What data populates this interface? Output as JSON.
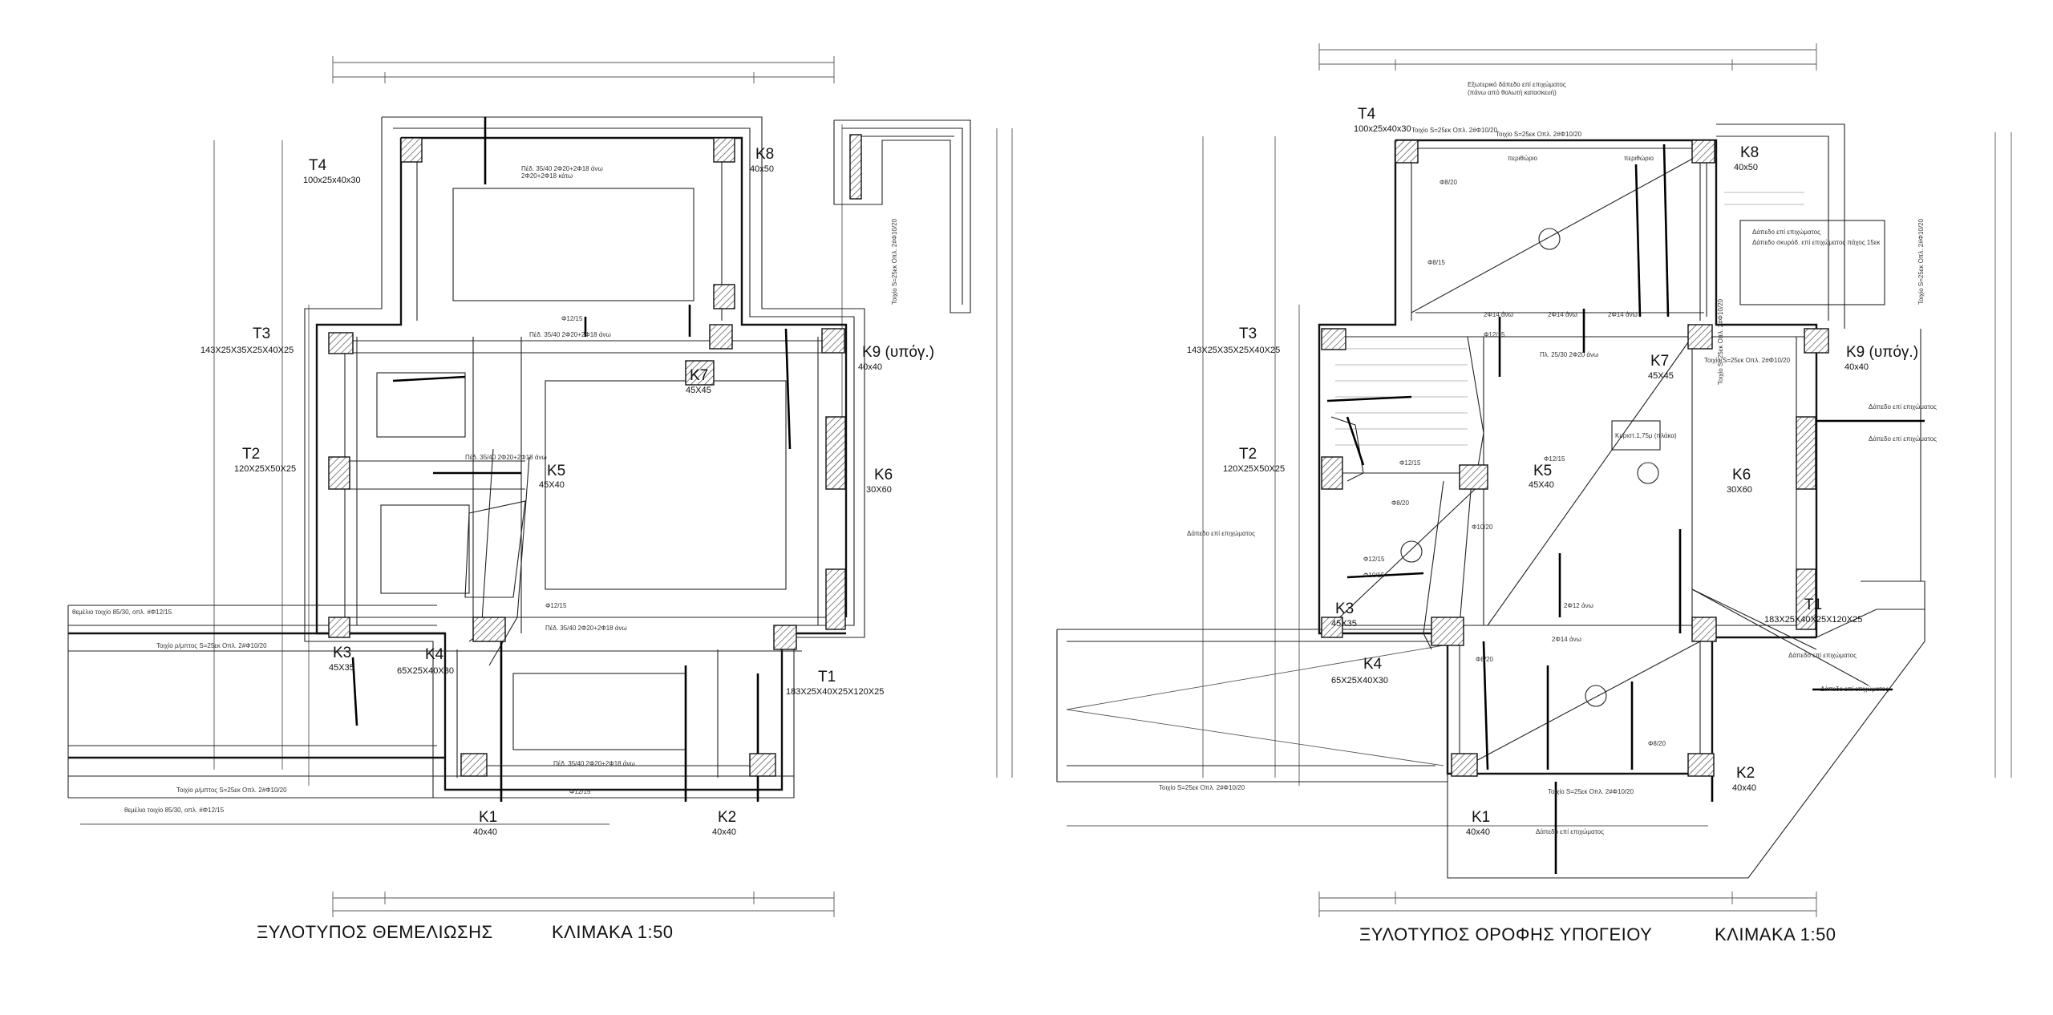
{
  "plans": [
    {
      "title": "ΞΥΛΟΤΥΠΟΣ ΘΕΜΕΛΙΩΣΗΣ",
      "scale": "ΚΛΙΜΑΚΑ 1:50",
      "members": [
        {
          "id": "T4",
          "label": "T4",
          "dims": "100x25x40x30"
        },
        {
          "id": "K8",
          "label": "K8",
          "dims": "40x50"
        },
        {
          "id": "T3",
          "label": "T3",
          "dims": "143X25X35X25X40X25"
        },
        {
          "id": "K9",
          "label": "K9 (υπόγ.)",
          "dims": "40x40"
        },
        {
          "id": "K7",
          "label": "K7",
          "dims": "45X45"
        },
        {
          "id": "T2",
          "label": "T2",
          "dims": "120X25X50X25"
        },
        {
          "id": "K5",
          "label": "K5",
          "dims": "45X40"
        },
        {
          "id": "K6",
          "label": "K6",
          "dims": "30X60"
        },
        {
          "id": "K3",
          "label": "K3",
          "dims": "45X35"
        },
        {
          "id": "K4",
          "label": "K4",
          "dims": "65X25X40X30"
        },
        {
          "id": "T1",
          "label": "T1",
          "dims": "183X25X40X25X120X25"
        },
        {
          "id": "K1",
          "label": "K1",
          "dims": "40x40"
        },
        {
          "id": "K2",
          "label": "K2",
          "dims": "40x40"
        }
      ],
      "notes": {
        "beam_top": "θεμέλιο τοιχίο 85/30, οπλ. #Φ12/15",
        "wall_note": "Τοιχίο ρ/μπτος S=25εκ Οπλ. 2#Φ10/20",
        "wall_note_bottom": "Τοιχίο ρ/μπτος S=25εκ Οπλ. 2#Φ10/20",
        "beam_bottom": "θεμέλιο τοιχίο 85/30, οπλ. #Φ12/15"
      }
    },
    {
      "title": "ΞΥΛΟΤΥΠΟΣ ΟΡΟΦΗΣ ΥΠΟΓΕΙΟΥ",
      "scale": "ΚΛΙΜΑΚΑ 1:50",
      "members": [
        {
          "id": "T4",
          "label": "T4",
          "dims": "100x25x40x30"
        },
        {
          "id": "K8",
          "label": "K8",
          "dims": "40x50"
        },
        {
          "id": "T3",
          "label": "T3",
          "dims": "143X25X35X25X40X25"
        },
        {
          "id": "K9",
          "label": "K9 (υπόγ.)",
          "dims": "40x40"
        },
        {
          "id": "K7",
          "label": "K7",
          "dims": "45X45"
        },
        {
          "id": "T2",
          "label": "T2",
          "dims": "120X25X50X25"
        },
        {
          "id": "K5",
          "label": "K5",
          "dims": "45X40"
        },
        {
          "id": "K6",
          "label": "K6",
          "dims": "30X60"
        },
        {
          "id": "K3",
          "label": "K3",
          "dims": "45X35"
        },
        {
          "id": "T1",
          "label": "T1",
          "dims": "183X25X40X25X120X25"
        },
        {
          "id": "K4",
          "label": "K4",
          "dims": "65X25X40X30"
        },
        {
          "id": "K2",
          "label": "K2",
          "dims": "40x40"
        },
        {
          "id": "K1",
          "label": "K1",
          "dims": "40x40"
        }
      ],
      "notes": {
        "slab_top": "Τοιχίο S=25εκ Οπλ. 2#Φ10/20",
        "slab_box": "Κυριστ.1,75μ (πλάκα)",
        "landing": "Δάπεδο επί επιχώματος",
        "landing2": "Δάπεδο επί επιχώματος",
        "landing3": "Δάπεδο επί επιχώματος",
        "wall_note": "Τοιχίο S=25εκ Οπλ. 2#Φ10/20",
        "box_note": "Δάπεδο σκυρόδ. επί επιχώματος πάχος 15εκ"
      }
    }
  ]
}
